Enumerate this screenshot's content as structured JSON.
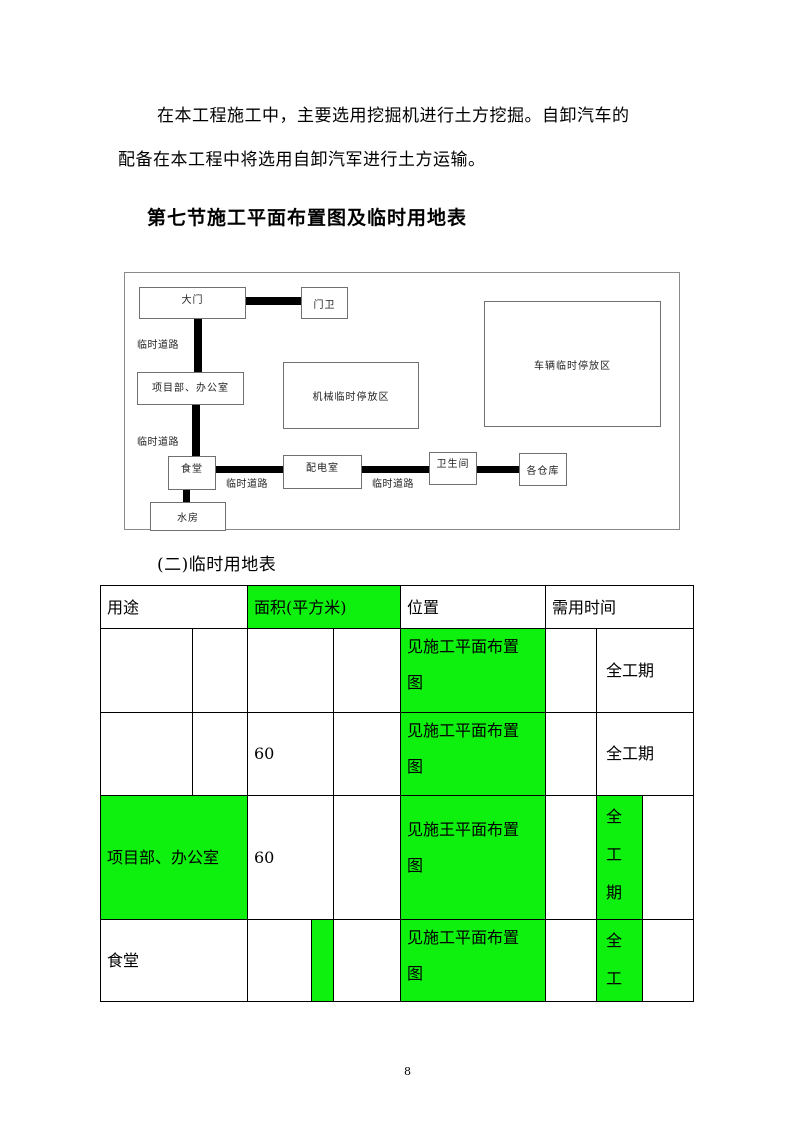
{
  "body": {
    "para_line1": "在本工程施工中，主要选用挖掘机进行土方挖掘。自卸汽车的",
    "para_line2": "配备在本工程中将选用自卸汽军进行土方运输。",
    "section_heading": "第七节施工平面布置图及临时用地表"
  },
  "diagram": {
    "boxes": {
      "gate": "大门",
      "guard": "门卫",
      "office": "项目部、办公室",
      "machine_parking": "机械临时停放区",
      "vehicle_parking": "车辆临时停放区",
      "canteen": "食堂",
      "power_room": "配电室",
      "toilet": "卫生间",
      "warehouse": "各仓库",
      "water_room": "水房"
    },
    "road_labels": {
      "road1": "临时道路",
      "road2": "临时道路",
      "road3": "临时道路",
      "road4": "临时道路"
    }
  },
  "table": {
    "caption": "(二)临时用地表",
    "headers": {
      "usage": "用途",
      "area": "面积(平方米)",
      "location": "位置",
      "duration": "需用时间"
    },
    "rows": [
      {
        "usage": "",
        "area": "",
        "location_l1": "见施工平面布置",
        "location_l2": "图",
        "duration": "全工期"
      },
      {
        "usage": "",
        "area": "60",
        "location_l1": "见施工平面布置",
        "location_l2": "图",
        "duration": "全工期"
      },
      {
        "usage": "项目部、办公室",
        "area": "60",
        "location_l1": "见施王平面布置",
        "location_l2": "图",
        "duration_c1": "全",
        "duration_c2": "工",
        "duration_c3": "期"
      },
      {
        "usage": "食堂",
        "area": "",
        "location_l1": "见施工平面布置",
        "location_l2": "图",
        "duration_c1": "全",
        "duration_c2": "工"
      }
    ],
    "highlight_color": "#0ef10e"
  },
  "footer": {
    "page_number": "8"
  }
}
